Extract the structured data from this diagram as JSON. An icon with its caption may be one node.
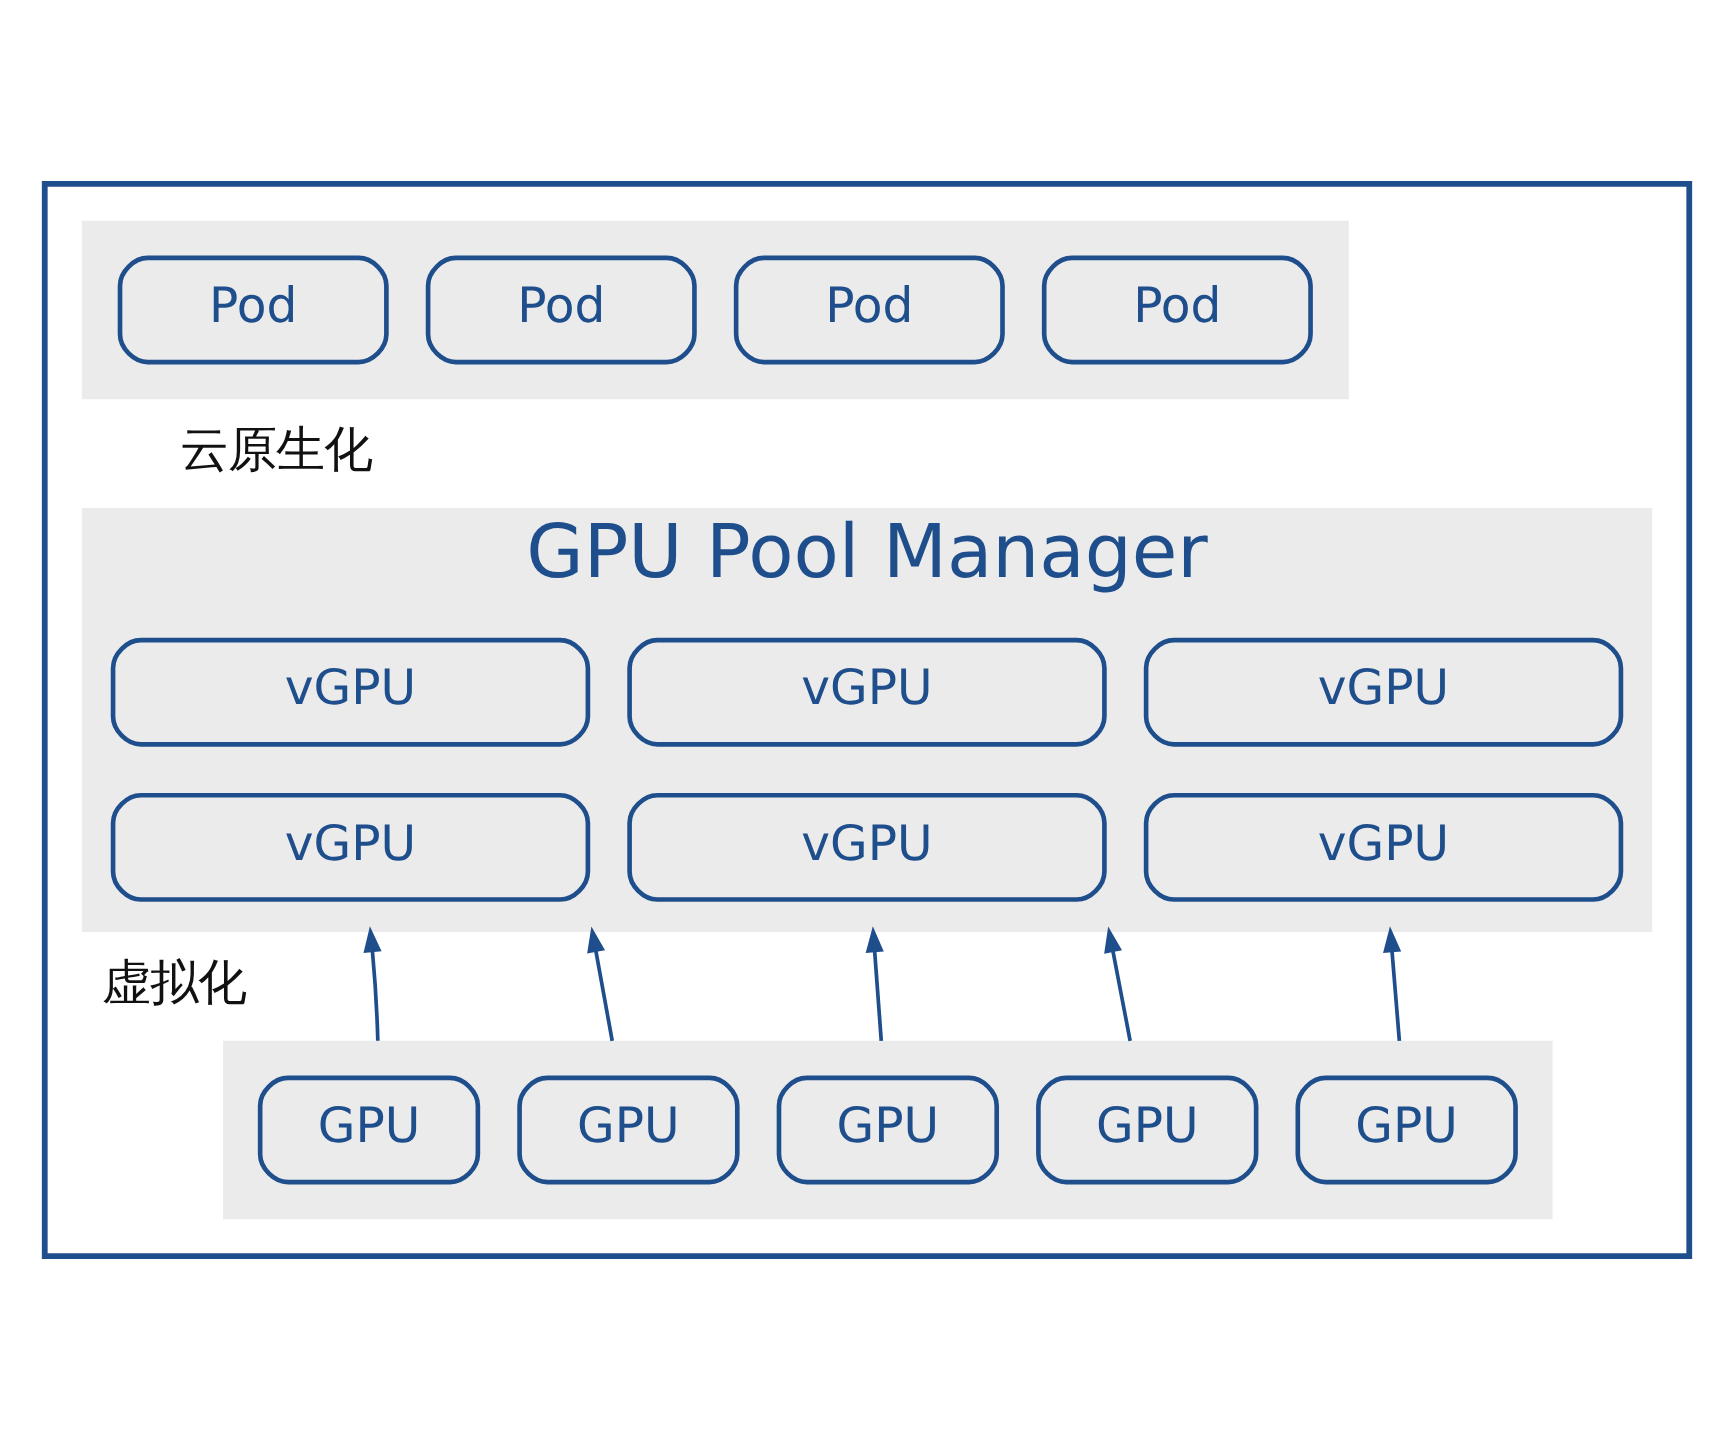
{
  "diagram": {
    "nodes": [
      {
        "text": [],
        "shape": "box"
      },
      {
        "text": [],
        "shape": "box",
        "in": 0
      },
      {
        "text": [
          "Pod"
        ],
        "in": 1
      },
      {
        "text": [
          "Pod"
        ],
        "in": 1
      },
      {
        "text": [
          "Pod"
        ],
        "in": 1
      },
      {
        "text": [
          "Pod"
        ],
        "in": 1
      },
      {
        "text": [
          "GPU Pool Manager"
        ],
        "in": 0
      },
      {
        "text": [
          "vGPU"
        ],
        "in": 6
      },
      {
        "text": [
          "vGPU"
        ],
        "in": 6
      },
      {
        "text": [
          "vGPU"
        ],
        "in": 6
      },
      {
        "text": [
          "vGPU"
        ],
        "in": 6
      },
      {
        "text": [
          "vGPU"
        ],
        "in": 6
      },
      {
        "text": [
          "vGPU"
        ],
        "in": 6
      },
      {
        "text": [],
        "shape": "box",
        "in": 0
      },
      {
        "text": [
          "GPU"
        ],
        "in": 13
      },
      {
        "text": [
          "GPU"
        ],
        "in": 13
      },
      {
        "text": [
          "GPU"
        ],
        "in": 13
      },
      {
        "text": [
          "GPU"
        ],
        "in": 13
      },
      {
        "text": [
          "GPU"
        ],
        "in": 13
      }
    ],
    "edges": [
      {
        "from": 13,
        "to": 6,
        "arrow": "to"
      },
      {
        "from": 13,
        "to": 6,
        "arrow": "to"
      },
      {
        "from": 13,
        "to": 6,
        "arrow": "to"
      },
      {
        "from": 13,
        "to": 6,
        "arrow": "to"
      },
      {
        "from": 13,
        "to": 6,
        "arrow": "to"
      }
    ],
    "labels": [
      "云原生化",
      "虚拟化"
    ]
  }
}
